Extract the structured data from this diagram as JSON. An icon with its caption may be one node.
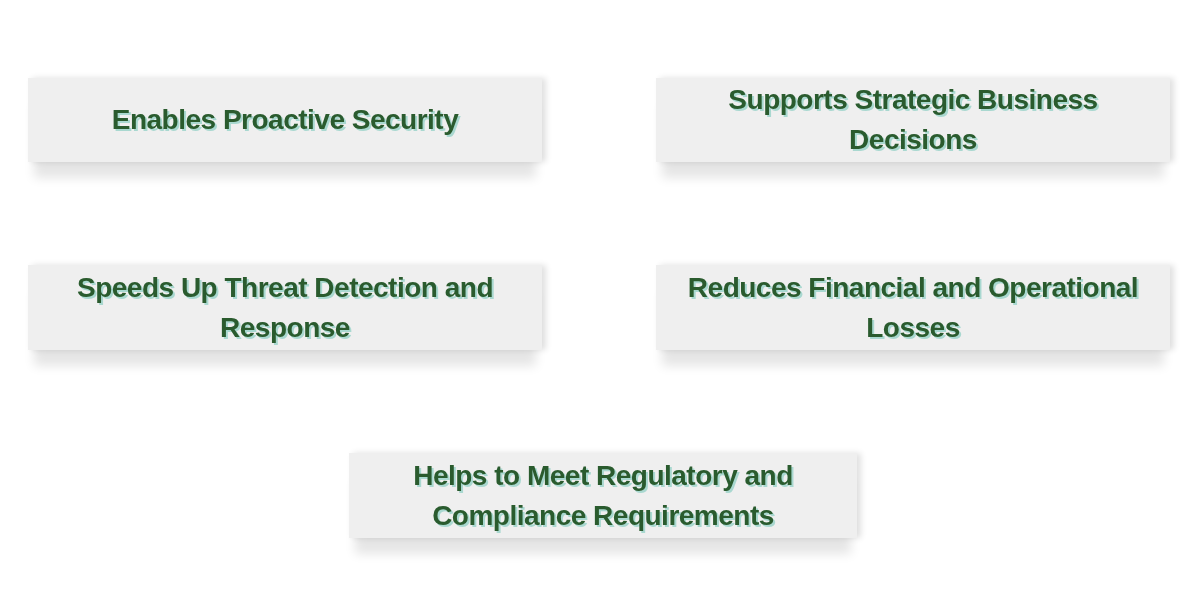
{
  "diagram": {
    "nodes": [
      {
        "text": [
          "Enables Proactive Security"
        ]
      },
      {
        "text": [
          "Supports Strategic Business Decisions"
        ]
      },
      {
        "text": [
          "Speeds Up Threat Detection and Response"
        ]
      },
      {
        "text": [
          "Reduces Financial and Operational Losses"
        ]
      },
      {
        "text": [
          "Helps to Meet Regulatory and Compliance Requirements"
        ]
      }
    ]
  }
}
